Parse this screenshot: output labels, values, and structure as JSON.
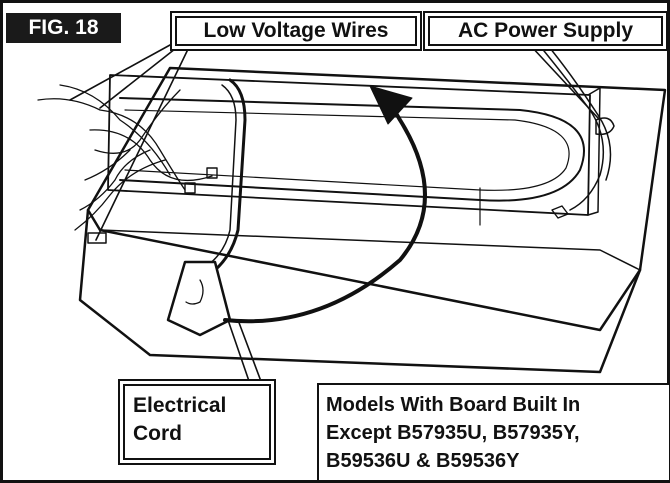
{
  "figure_label": "FIG. 18",
  "callouts": {
    "low_voltage": "Low Voltage Wires",
    "ac_power": "AC Power Supply",
    "electrical_cord": [
      "Electrical",
      "Cord"
    ],
    "models": [
      "Models With Board Built In",
      "Except B57935U, B57935Y,",
      "B59536U & B59536Y"
    ]
  },
  "colors": {
    "ink": "#111111",
    "background": "#ffffff",
    "label_fill": "#1a1a1a"
  }
}
